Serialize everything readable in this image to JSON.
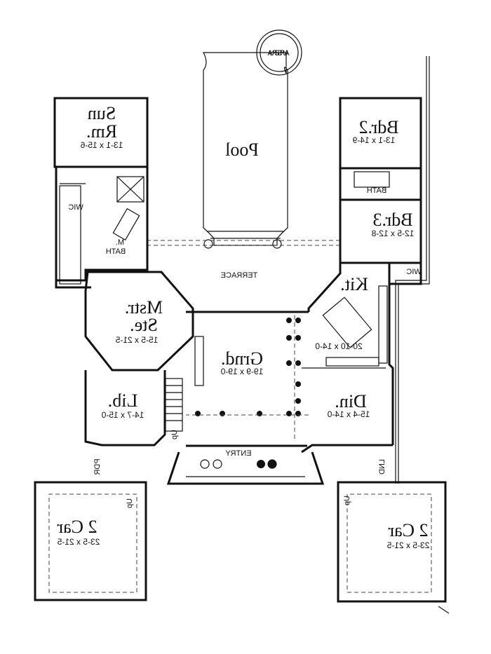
{
  "pool": {
    "spa_label": "USPA",
    "label": "Pool"
  },
  "terrace": {
    "label": "TERRACE"
  },
  "entry": {
    "label": "ENTRY"
  },
  "rooms": {
    "sun_room": {
      "name_line1": "Sun",
      "name_line2": "Rm.",
      "dims": "13-1 x 15-6"
    },
    "master_bath": {
      "name_line1": "M.",
      "name_line2": "BATH"
    },
    "wic_left": {
      "label": "WIC"
    },
    "master_suite": {
      "name_line1": "Mstr.",
      "name_line2": "Ste.",
      "dims": "15-5 x 21-5"
    },
    "library": {
      "name": "Lib.",
      "dims": "14-7 x 15-0"
    },
    "great_room": {
      "name": "Grnd.",
      "dims": "19-9 x 19-0"
    },
    "bedroom2": {
      "name": "Bdr.2",
      "dims": "13-1 x 14-9"
    },
    "bath": {
      "label": "BATH"
    },
    "bedroom3": {
      "name": "Bdr.3",
      "dims": "12-5 x 12-8"
    },
    "wic_right": {
      "label": "WIC"
    },
    "kitchen": {
      "name": "Kit.",
      "dims": "20-10 x 14-0"
    },
    "dining": {
      "name": "Din.",
      "dims": "15-4 x 14-0"
    },
    "garage_left": {
      "name": "2 Car",
      "dims": "23-5 x 21-5"
    },
    "garage_right": {
      "name": "2 Car",
      "dims": "23-5 x 21-5"
    },
    "powder": {
      "label": "PDR"
    },
    "laundry": {
      "label": "LND"
    }
  },
  "stairs": {
    "up_label_main": "Up",
    "up_label_left_garage": "Up",
    "up_label_right_garage": "Up"
  }
}
